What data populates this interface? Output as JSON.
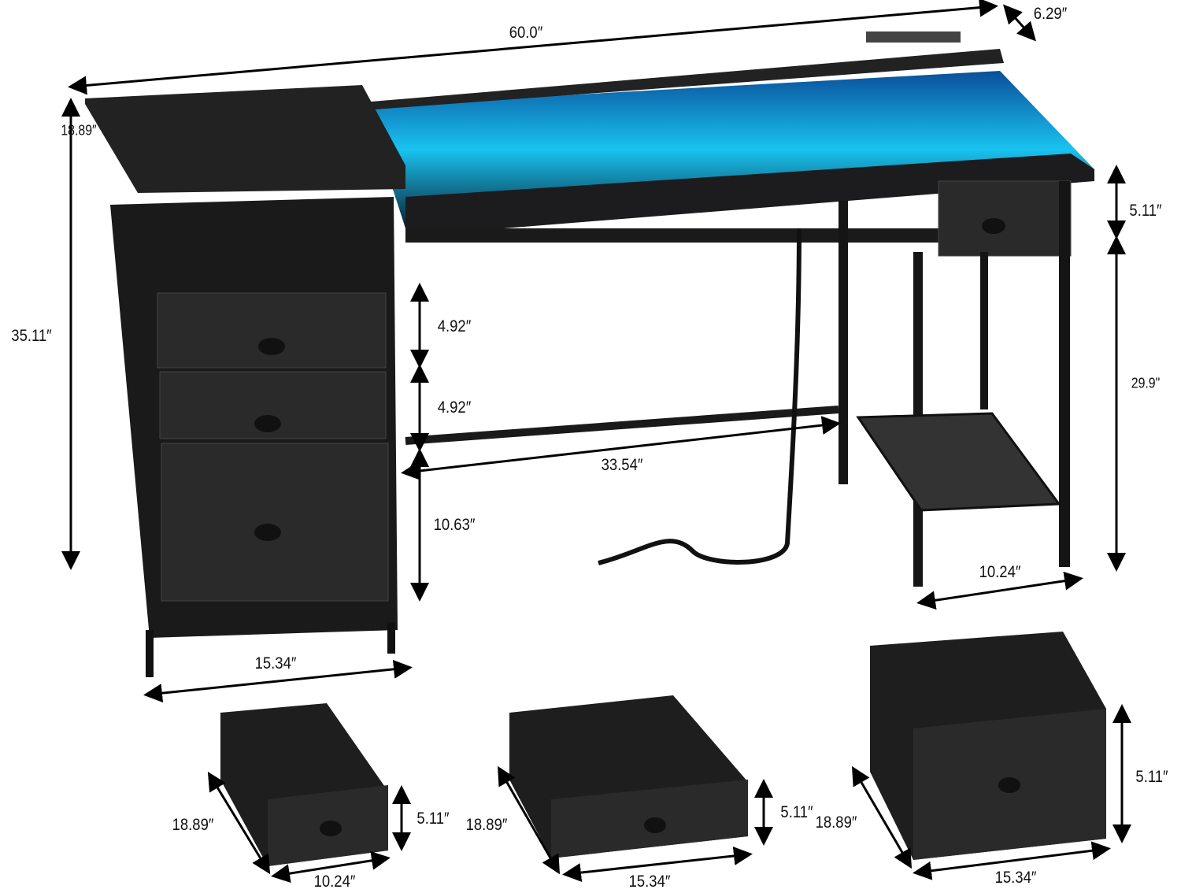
{
  "colors": {
    "desk": "#1c1c1e",
    "led_glow": "#19c3f0",
    "arrow": "#000000"
  },
  "desk_dimensions": {
    "total_width": "60.0″",
    "shelf_depth": "6.29″",
    "desk_depth": "18.89″",
    "total_height": "35.11″",
    "right_drawer_height": "5.11″",
    "right_leg_height": "29.9\"",
    "drawer1_height": "4.92″",
    "drawer2_height": "4.92″",
    "knee_width": "33.54″",
    "file_drawer_height": "10.63″",
    "right_drawer_width": "10.24″",
    "cabinet_width": "15.34″"
  },
  "drawers": [
    {
      "depth": "18.89″",
      "height": "5.11″",
      "width": "10.24″"
    },
    {
      "depth": "18.89″",
      "height": "5.11″",
      "width": "15.34″"
    },
    {
      "depth": "18.89″",
      "height": "5.11″",
      "width": "15.34″"
    }
  ]
}
